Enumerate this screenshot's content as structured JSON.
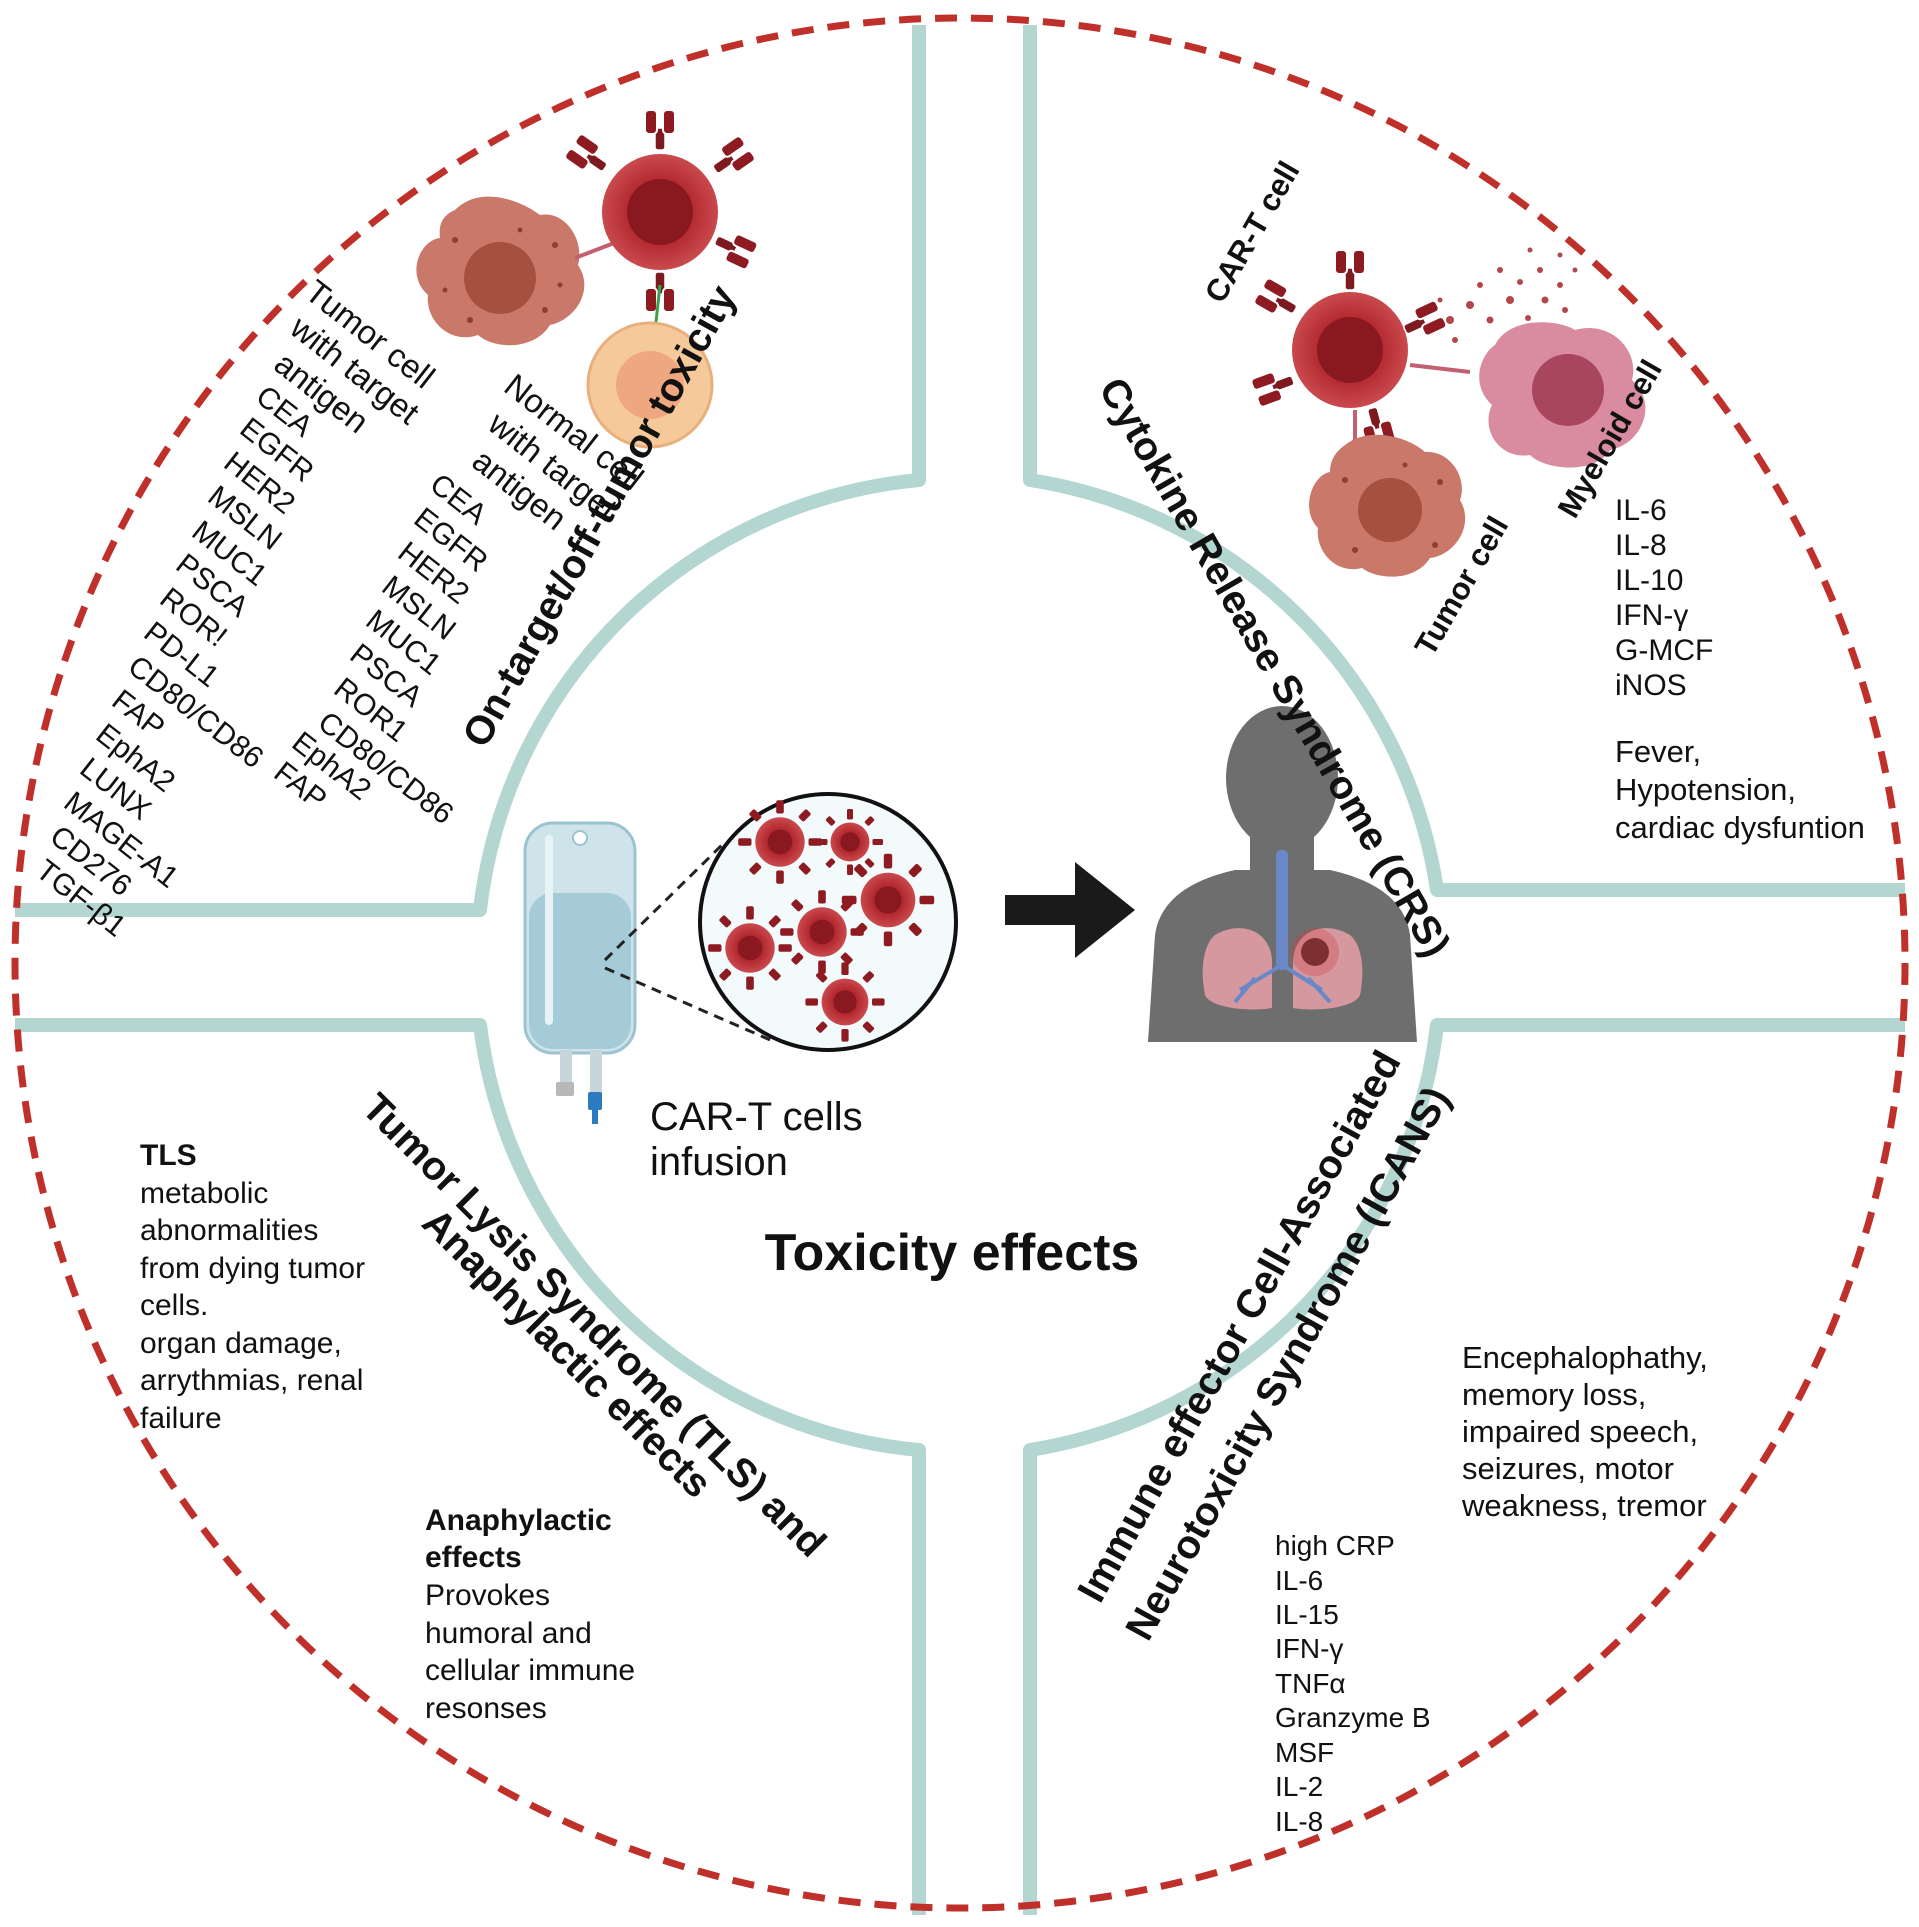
{
  "center_title": "Toxicity effects",
  "infusion_label": [
    "CAR-T cells",
    "infusion"
  ],
  "quadrants": {
    "top_left": {
      "title": "On-target/off-tumor toxicity",
      "tumor_cell_label": [
        "Tumor cell",
        "with target",
        "antigen"
      ],
      "tumor_antigens": [
        "CEA",
        "EGFR",
        "HER2",
        "MSLN",
        "MUC1",
        "PSCA",
        "ROR!",
        "PD-L1",
        "CD80/CD86",
        "FAP",
        "EphA2",
        "LUNX",
        "MAGE-A1",
        "CD276",
        "TGF-β1"
      ],
      "normal_cell_label": [
        "Normal cell",
        "with target",
        "antigen"
      ],
      "normal_antigens": [
        "CEA",
        "EGFR",
        "HER2",
        "MSLN",
        "MUC1",
        "PSCA",
        "ROR1",
        "CD80/CD86",
        "EphA2",
        "FAP"
      ]
    },
    "top_right": {
      "title": "Cytokine Release Syndrome (CRS)",
      "cart_label": "CAR-T cell",
      "myeloid_label": "Myeloid cell",
      "tumor_label": "Tumor cell",
      "cytokines": [
        "IL-6",
        "IL-8",
        "IL-10",
        "IFN-γ",
        "G-MCF",
        "iNOS"
      ],
      "symptoms": [
        "Fever,",
        "Hypotension,",
        "cardiac dysfuntion"
      ]
    },
    "bottom_left": {
      "title_lines": [
        "Tumor Lysis Syndrome (TLS) and",
        "Anaphylactic effects"
      ],
      "tls_heading": "TLS",
      "tls_text": [
        "metabolic",
        "abnormalities",
        "from dying tumor",
        "cells.",
        "organ damage,",
        "arrythmias, renal",
        "failure"
      ],
      "ana_heading": [
        "Anaphylactic",
        "effects"
      ],
      "ana_text": [
        "Provokes",
        "humoral and",
        "cellular immune",
        "resonses"
      ]
    },
    "bottom_right": {
      "title_lines": [
        "Immune effector Cell-Associated",
        "Neurotoxicity Syndrome (ICANS)"
      ],
      "symptoms": [
        "Encephalophathy,",
        "memory loss,",
        "impaired speech,",
        "seizures, motor",
        "weakness, tremor"
      ],
      "markers": [
        "high CRP",
        "IL-6",
        "IL-15",
        "IFN-γ",
        "TNFα",
        "Granzyme B",
        "MSF",
        "IL-2",
        "IL-8"
      ]
    }
  },
  "colors": {
    "dashed_circle": "#c0302a",
    "divider": "#b3d6d1",
    "car_t_cell": "#b32a30",
    "tumor_cell": "#c9786a",
    "myeloid_cell": "#d98ba0",
    "normal_cell": "#f5c99a",
    "human": "#6e6e6e",
    "arrow": "#1a1a1a"
  }
}
